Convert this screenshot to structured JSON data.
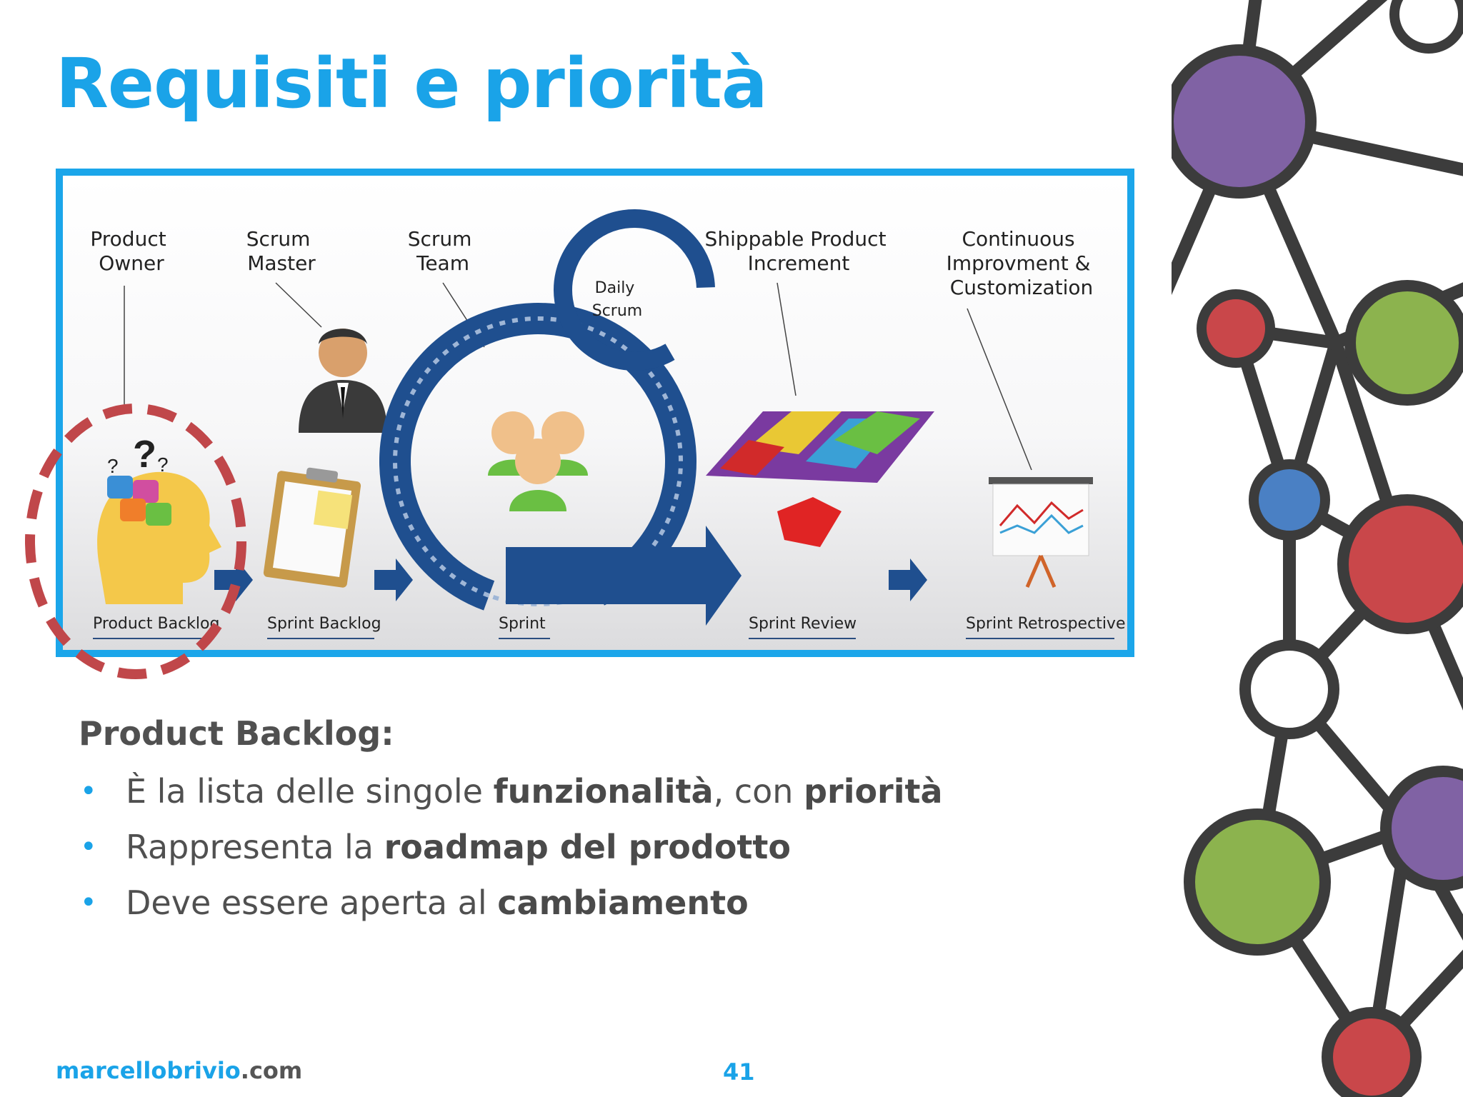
{
  "title": "Requisiti e priorità",
  "diagram": {
    "roles": {
      "product_owner": [
        "Product",
        "Owner"
      ],
      "scrum_master": [
        "Scrum",
        "Master"
      ],
      "scrum_team": [
        "Scrum",
        "Team"
      ],
      "shippable": [
        "Shippable Product",
        "Increment"
      ],
      "continuous": [
        "Continuous",
        "Improvment &",
        "Customization"
      ],
      "daily_scrum": [
        "Daily",
        "Scrum"
      ]
    },
    "stages": [
      "Product Backlog",
      "Sprint Backlog",
      "Sprint",
      "Sprint Review",
      "Sprint Retrospective"
    ]
  },
  "content": {
    "heading": "Product Backlog:",
    "bullets": [
      {
        "prefix": "È la lista delle singole ",
        "strong1": "funzionalità",
        "mid": ", con ",
        "strong2": "priorità"
      },
      {
        "prefix": "Rappresenta la ",
        "strong1": "roadmap del prodotto"
      },
      {
        "prefix": "Deve essere aperta al ",
        "strong1": "cambiamento"
      }
    ],
    "bullet_symbol": "•"
  },
  "footer": {
    "site_main": "marcellobrivio",
    "site_tld": ".com",
    "page_number": "41"
  },
  "colors": {
    "accent": "#1aa3e8",
    "highlight_dashed": "#c0474a",
    "node_purple": "#8062a4",
    "node_green": "#8cb34e",
    "node_red": "#c9474a",
    "node_blue": "#4a80c4",
    "node_edge": "#3c3c3c"
  }
}
